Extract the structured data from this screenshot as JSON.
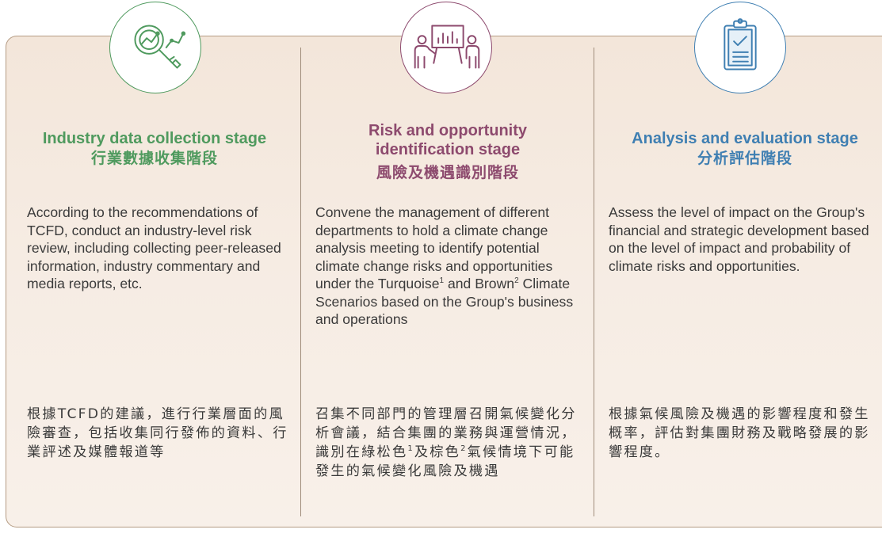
{
  "columns": [
    {
      "title_en": "Industry data collection stage",
      "title_zh": "行業數據收集階段",
      "body_en": "According to the recommendations of TCFD, conduct an industry-level risk review, including collecting peer-released information, industry commentary and media reports, etc.",
      "body_zh": "根據TCFD的建議，進行行業層面的風險審查，包括收集同行發佈的資料、行業評述及媒體報道等",
      "accent_color": "#4f9a5e",
      "icon": "magnifier-chart-icon"
    },
    {
      "title_en_line1": "Risk and opportunity",
      "title_en_line2": "identification stage",
      "title_zh": "風險及機遇識別階段",
      "body_en_part1": "Convene the management of different departments to hold a climate change analysis meeting to identify potential climate change risks and opportunities under the Turquoise",
      "sup1": "1",
      "body_en_part2": " and Brown",
      "sup2": "2",
      "body_en_part3": " Climate Scenarios based on the Group's business and operations",
      "body_zh_part1": "召集不同部門的管理層召開氣候變化分析會議，結合集團的業務與運營情況，識別在綠松色",
      "zh_sup1": "1",
      "body_zh_part2": "及棕色",
      "zh_sup2": "2",
      "body_zh_part3": "氣候情境下可能發生的氣候變化風險及機遇",
      "accent_color": "#8d4a6e",
      "icon": "meeting-presentation-icon"
    },
    {
      "title_en": "Analysis and evaluation stage",
      "title_zh": "分析評估階段",
      "body_en": "Assess the level of impact on the Group's financial and strategic development based on the level of impact and probability of climate risks and opportunities.",
      "body_zh": "根據氣候風險及機遇的影響程度和發生概率，評估對集團財務及戰略發展的影響程度。",
      "accent_color": "#3f7fb2",
      "icon": "clipboard-checklist-icon"
    }
  ]
}
